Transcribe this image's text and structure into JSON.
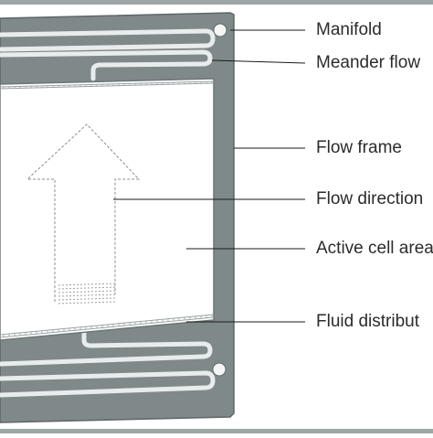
{
  "labels": {
    "manifold": "Manifold",
    "meander_flow": "Meander flow",
    "flow_frame": "Flow frame",
    "flow_direction": "Flow direction",
    "active_cell_area": "Active cell area",
    "fluid_distribution": "Fluid distribut"
  },
  "colors": {
    "frame": "#80898a",
    "frame_edge": "#5e6768",
    "channel": "#e8eced",
    "active_area": "#ffffff",
    "border_band": "#9ea6a6",
    "leader_line": "#1a1a1a",
    "arrow_outline": "#8c8c8c"
  }
}
